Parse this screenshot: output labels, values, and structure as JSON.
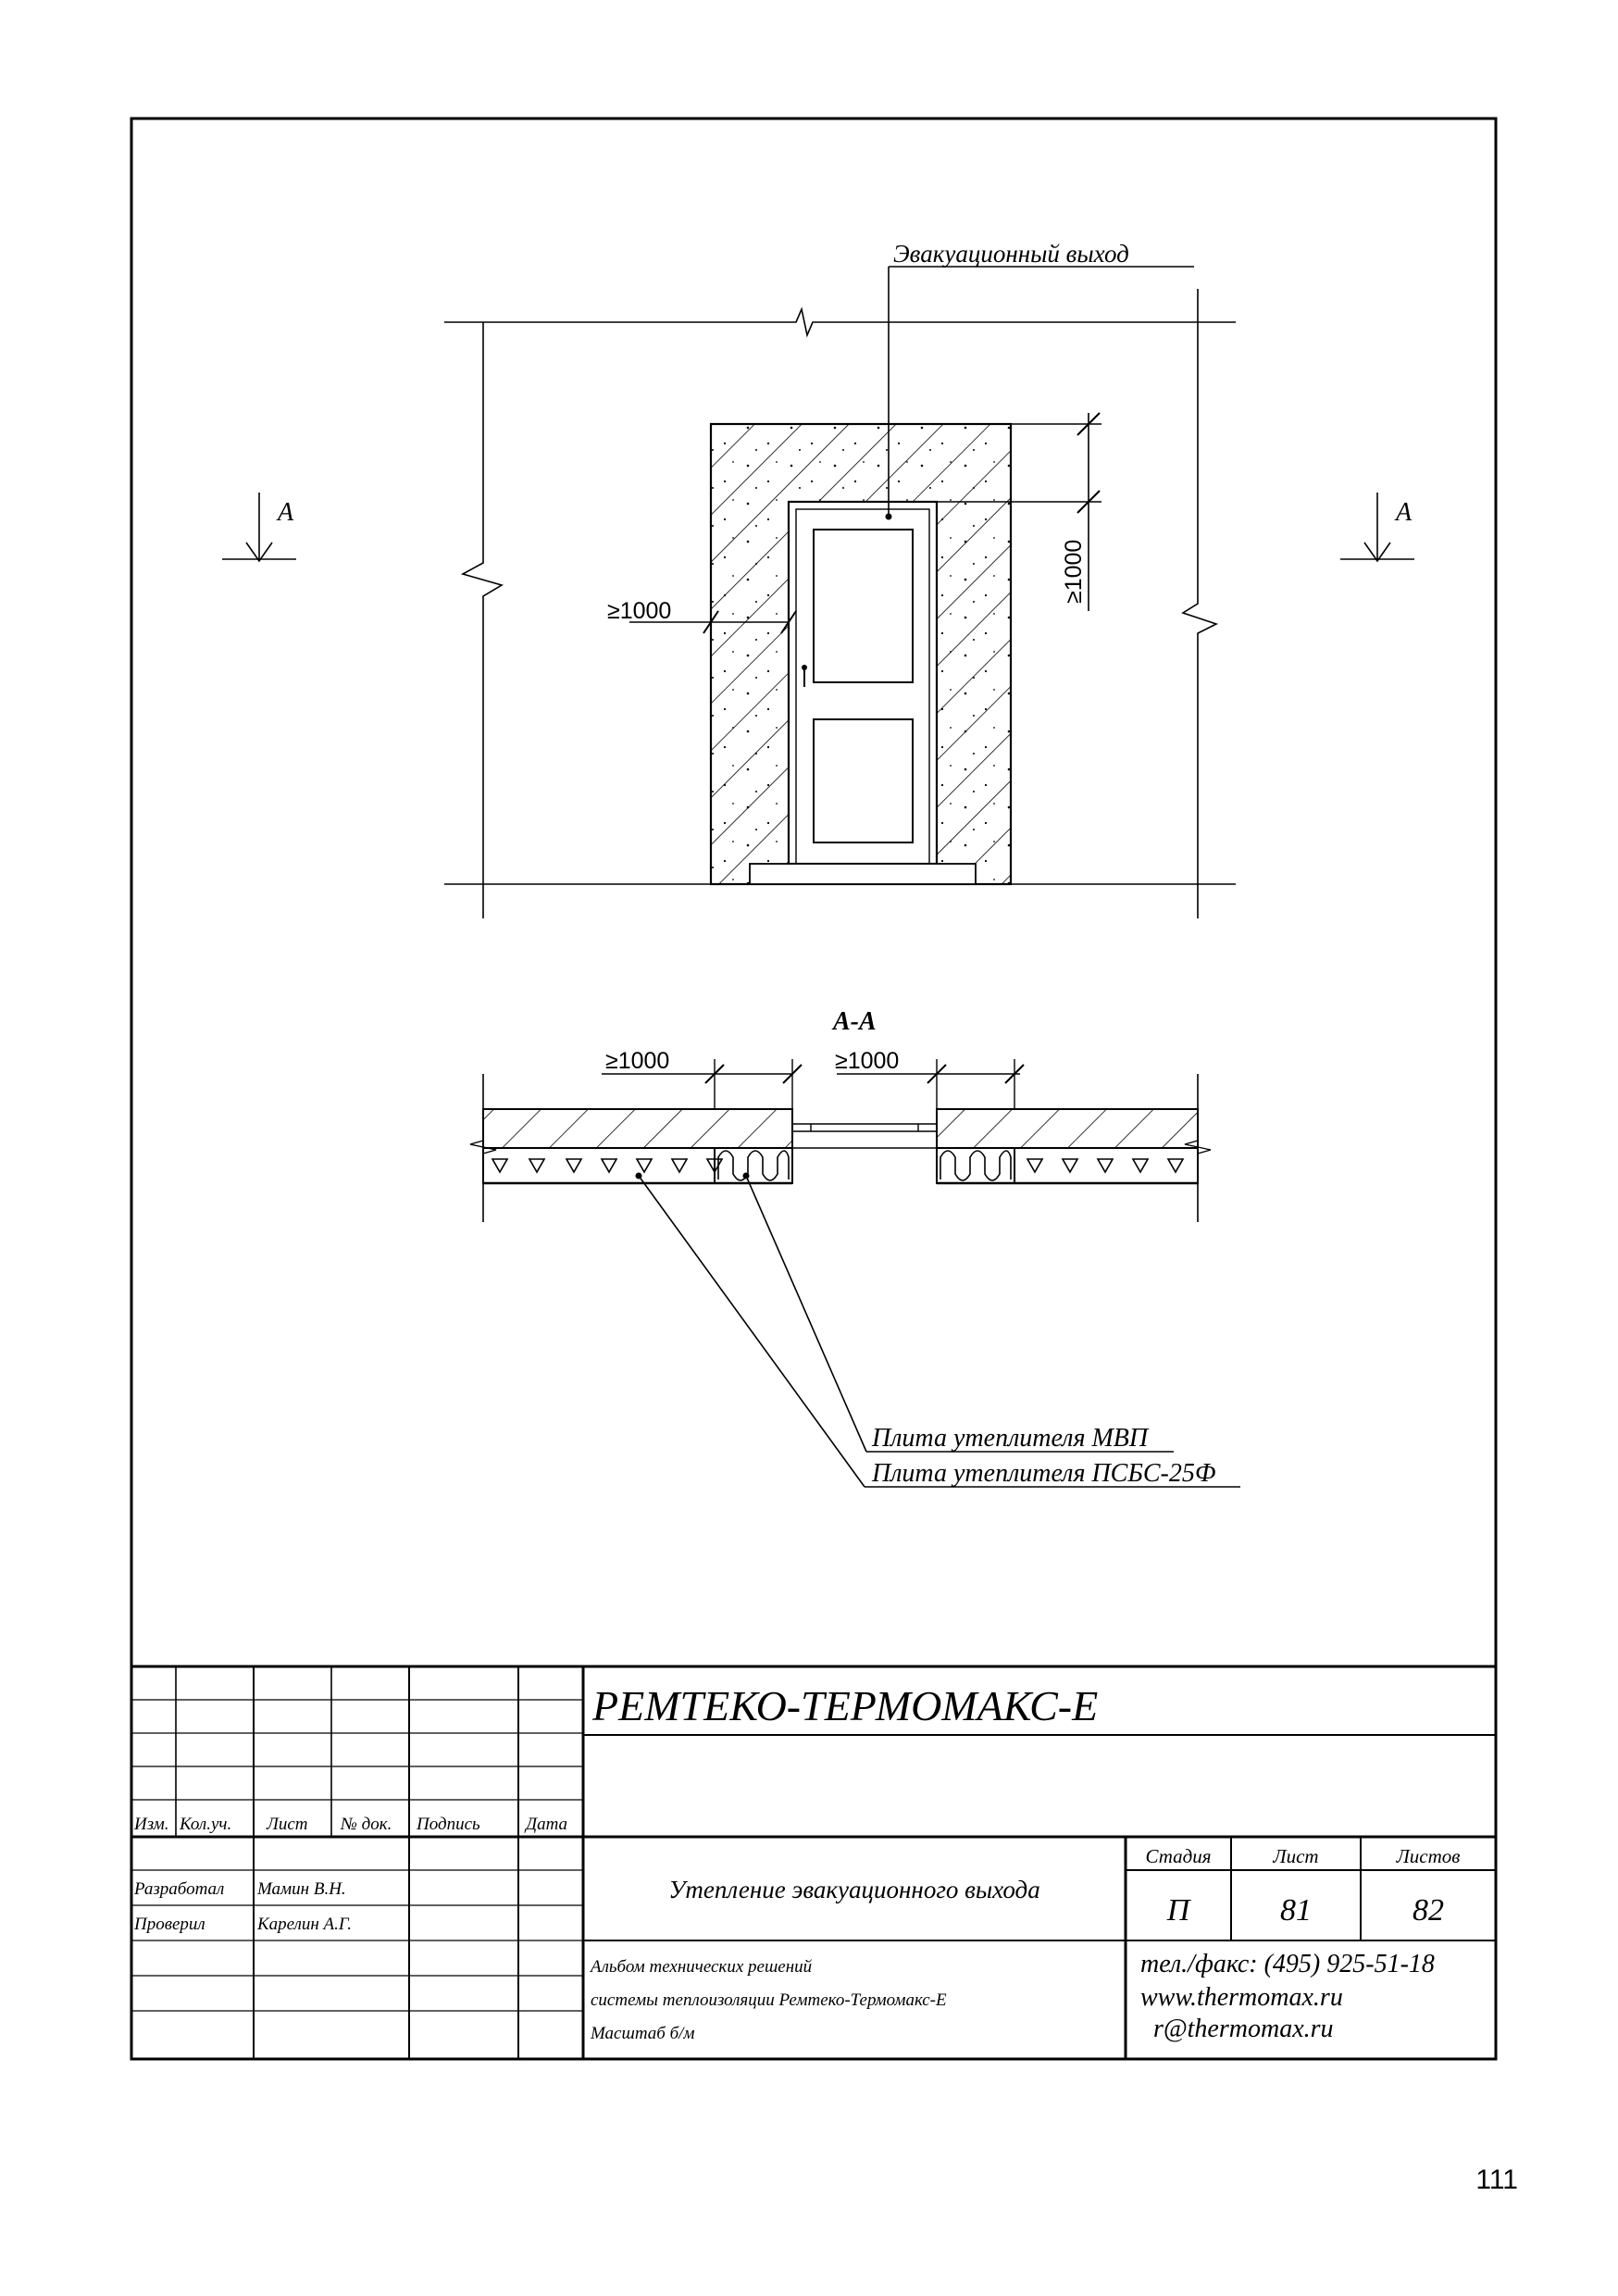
{
  "page_number": "111",
  "drawing": {
    "exit_label": "Эвакуационный выход",
    "section_mark": "А",
    "section_title": "А-А",
    "dim_label": "≥1000",
    "leader_mvp": "Плита утеплителя  МВП",
    "leader_psbs": "Плита утеплителя ПСБС-25Ф"
  },
  "title_block": {
    "company": "РЕМТЕКО-ТЕРМОМАКС-Е",
    "col_headers": [
      "Изм.",
      "Кол.уч.",
      "Лист",
      "№ док.",
      "Подпись",
      "Дата"
    ],
    "developed_label": "Разработал",
    "developed_name": "Мамин В.Н.",
    "checked_label": "Проверил",
    "checked_name": "Карелин А.Г.",
    "doc_title": "Утепление эвакуационного выхода",
    "stage_header": "Стадия",
    "sheet_header": "Лист",
    "sheets_header": "Листов",
    "stage_value": "П",
    "sheet_value": "81",
    "sheets_value": "82",
    "album_line1": "Альбом технических решений",
    "album_line2": "системы теплоизоляции Ремтеко-Термомакс-Е",
    "album_line3": "Масштаб б/м",
    "phone": "тел./факс: (495) 925-51-18",
    "website": "www.thermomax.ru",
    "email": "r@thermomax.ru"
  }
}
